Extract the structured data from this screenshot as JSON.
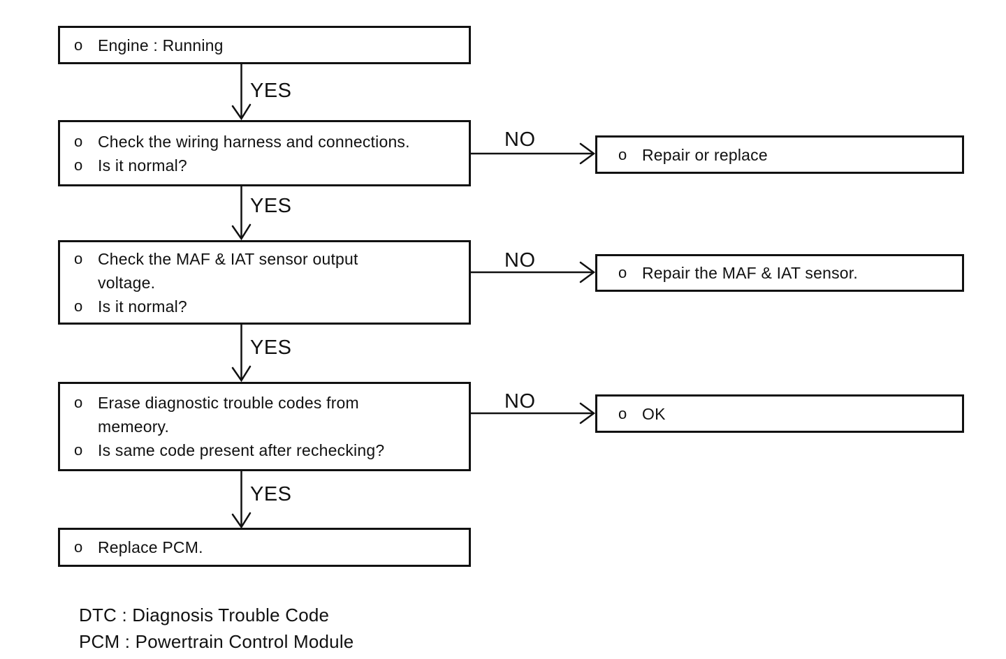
{
  "diagram": {
    "type": "flowchart",
    "nodes": {
      "engine": {
        "items": [
          {
            "bullet": "o",
            "text": "Engine : Running"
          }
        ]
      },
      "wiring": {
        "items": [
          {
            "bullet": "o",
            "text": "Check the wiring harness and connections."
          },
          {
            "bullet": "o",
            "text": "Is it normal?"
          }
        ]
      },
      "maf_voltage": {
        "items": [
          {
            "bullet": "o",
            "text": "Check the MAF & IAT sensor output\nvoltage."
          },
          {
            "bullet": "o",
            "text": "Is it normal?"
          }
        ]
      },
      "erase_codes": {
        "items": [
          {
            "bullet": "o",
            "text": "Erase diagnostic trouble codes from\nmemeory."
          },
          {
            "bullet": "o",
            "text": "Is same code present after rechecking?"
          }
        ]
      },
      "replace_pcm": {
        "items": [
          {
            "bullet": "o",
            "text": "Replace PCM."
          }
        ]
      },
      "repair_or_replace": {
        "items": [
          {
            "bullet": "o",
            "text": "Repair or replace"
          }
        ]
      },
      "repair_maf": {
        "items": [
          {
            "bullet": "o",
            "text": "Repair the MAF & IAT sensor."
          }
        ]
      },
      "ok": {
        "items": [
          {
            "bullet": "o",
            "text": "OK"
          }
        ]
      }
    },
    "edge_labels": {
      "yes": [
        "YES",
        "YES",
        "YES",
        "YES"
      ],
      "no": [
        "NO",
        "NO",
        "NO"
      ]
    },
    "legend": [
      "DTC : Diagnosis Trouble Code",
      "PCM : Powertrain Control Module"
    ],
    "colors": {
      "ink": "#111111",
      "background": "#ffffff"
    }
  }
}
